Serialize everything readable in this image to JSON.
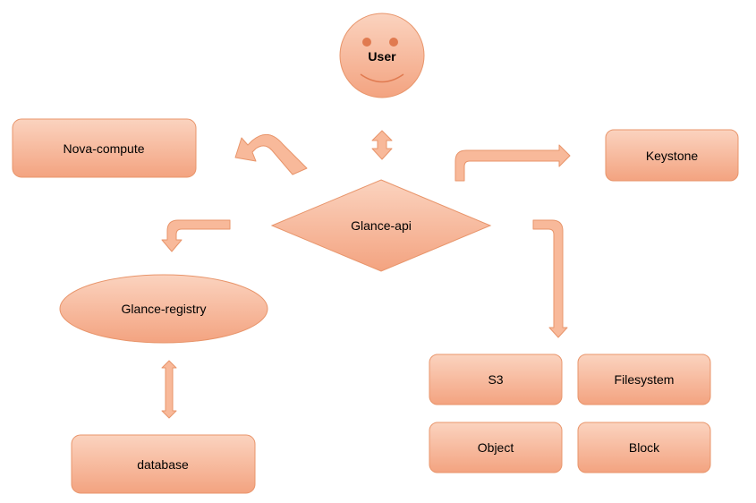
{
  "diagram": {
    "colors": {
      "node_fill_top": "#fbd3bf",
      "node_fill_bottom": "#f3a380",
      "node_stroke": "#e8956b",
      "arrow_fill": "#f8b99a",
      "arrow_stroke": "#e8956b",
      "face_feature": "#e07a50",
      "text": "#000000"
    },
    "nodes": {
      "user": "User",
      "nova_compute": "Nova-compute",
      "keystone": "Keystone",
      "glance_api": "Glance-api",
      "glance_registry": "Glance-registry",
      "database": "database",
      "s3": "S3",
      "filesystem": "Filesystem",
      "object": "Object",
      "block": "Block"
    },
    "connections": [
      {
        "from": "user",
        "to": "glance_api",
        "direction": "both"
      },
      {
        "from": "glance_api",
        "to": "nova_compute",
        "direction": "forward"
      },
      {
        "from": "glance_api",
        "to": "keystone",
        "direction": "forward"
      },
      {
        "from": "glance_api",
        "to": "glance_registry",
        "direction": "forward"
      },
      {
        "from": "glance_api",
        "to": "storage_backends",
        "direction": "forward"
      },
      {
        "from": "glance_registry",
        "to": "database",
        "direction": "both"
      }
    ]
  }
}
